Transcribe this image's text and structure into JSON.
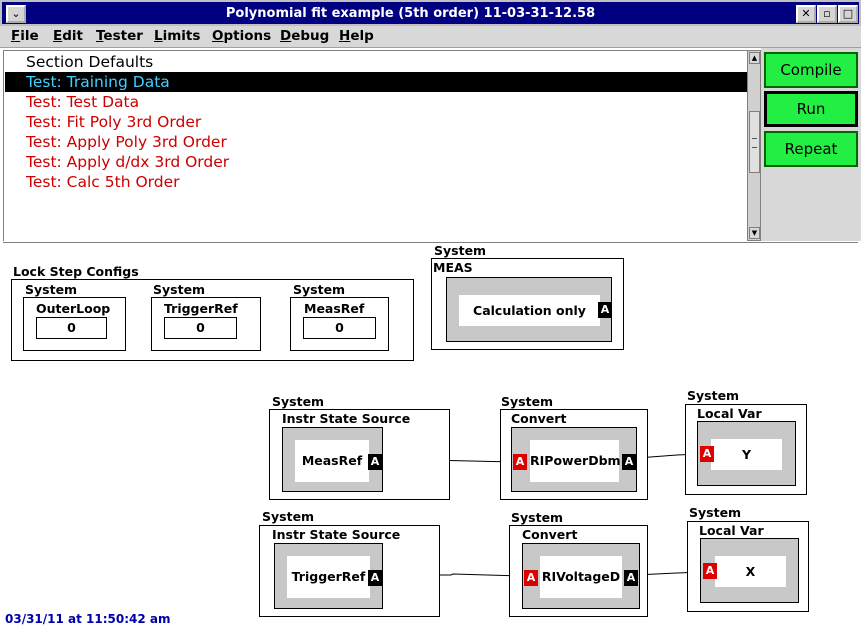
{
  "window": {
    "title": "Polynomial fit example (5th order) 11-03-31-12.58",
    "menu_glyph": "⌄",
    "close_glyph": "✕",
    "restore_glyph": "▫",
    "max_glyph": "□"
  },
  "menu": [
    "File",
    "Edit",
    "Tester",
    "Limits",
    "Options",
    "Debug",
    "Help"
  ],
  "test_list": {
    "header": "Section Defaults",
    "items": [
      {
        "label": "Test: Training Data",
        "selected": true
      },
      {
        "label": "Test: Test Data"
      },
      {
        "label": "Test: Fit Poly 3rd Order"
      },
      {
        "label": "Test: Apply Poly 3rd Order"
      },
      {
        "label": "Test: Apply d/dx 3rd Order"
      },
      {
        "label": "Test: Calc 5th Order"
      }
    ]
  },
  "scrollbar": {
    "up": "▲",
    "down": "▼"
  },
  "buttons": {
    "compile": "Compile",
    "run": "Run",
    "repeat": "Repeat"
  },
  "diagram": {
    "lockstep": {
      "title": "Lock Step Configs",
      "blocks": [
        {
          "system": "System",
          "name": "OuterLoop",
          "value": "0"
        },
        {
          "system": "System",
          "name": "TriggerRef",
          "value": "0"
        },
        {
          "system": "System",
          "name": "MeasRef",
          "value": "0"
        }
      ]
    },
    "meas": {
      "system": "System",
      "type": "MEAS",
      "label": "Calculation only",
      "port": "A"
    },
    "row1": {
      "source": {
        "system": "System",
        "type": "Instr State Source",
        "label": "MeasRef",
        "port": "A"
      },
      "convert": {
        "system": "System",
        "type": "Convert",
        "label": "RIPowerDbm",
        "in_port": "A",
        "out_port": "A"
      },
      "localvar": {
        "system": "System",
        "type": "Local Var",
        "label": "Y",
        "port": "A"
      }
    },
    "row2": {
      "source": {
        "system": "System",
        "type": "Instr State Source",
        "label": "TriggerRef",
        "port": "A"
      },
      "convert": {
        "system": "System",
        "type": "Convert",
        "label": "RIVoltageD",
        "in_port": "A",
        "out_port": "A"
      },
      "localvar": {
        "system": "System",
        "type": "Local Var",
        "label": "X",
        "port": "A"
      }
    }
  },
  "status": {
    "timestamp": "03/31/11 at 11:50:42 am"
  },
  "colors": {
    "title_bar": "#000080",
    "button_green": "#22ee44",
    "selected_text": "#40d0ff",
    "test_text": "#cc0000",
    "port_red": "#dd0000",
    "timestamp": "#0000aa"
  }
}
